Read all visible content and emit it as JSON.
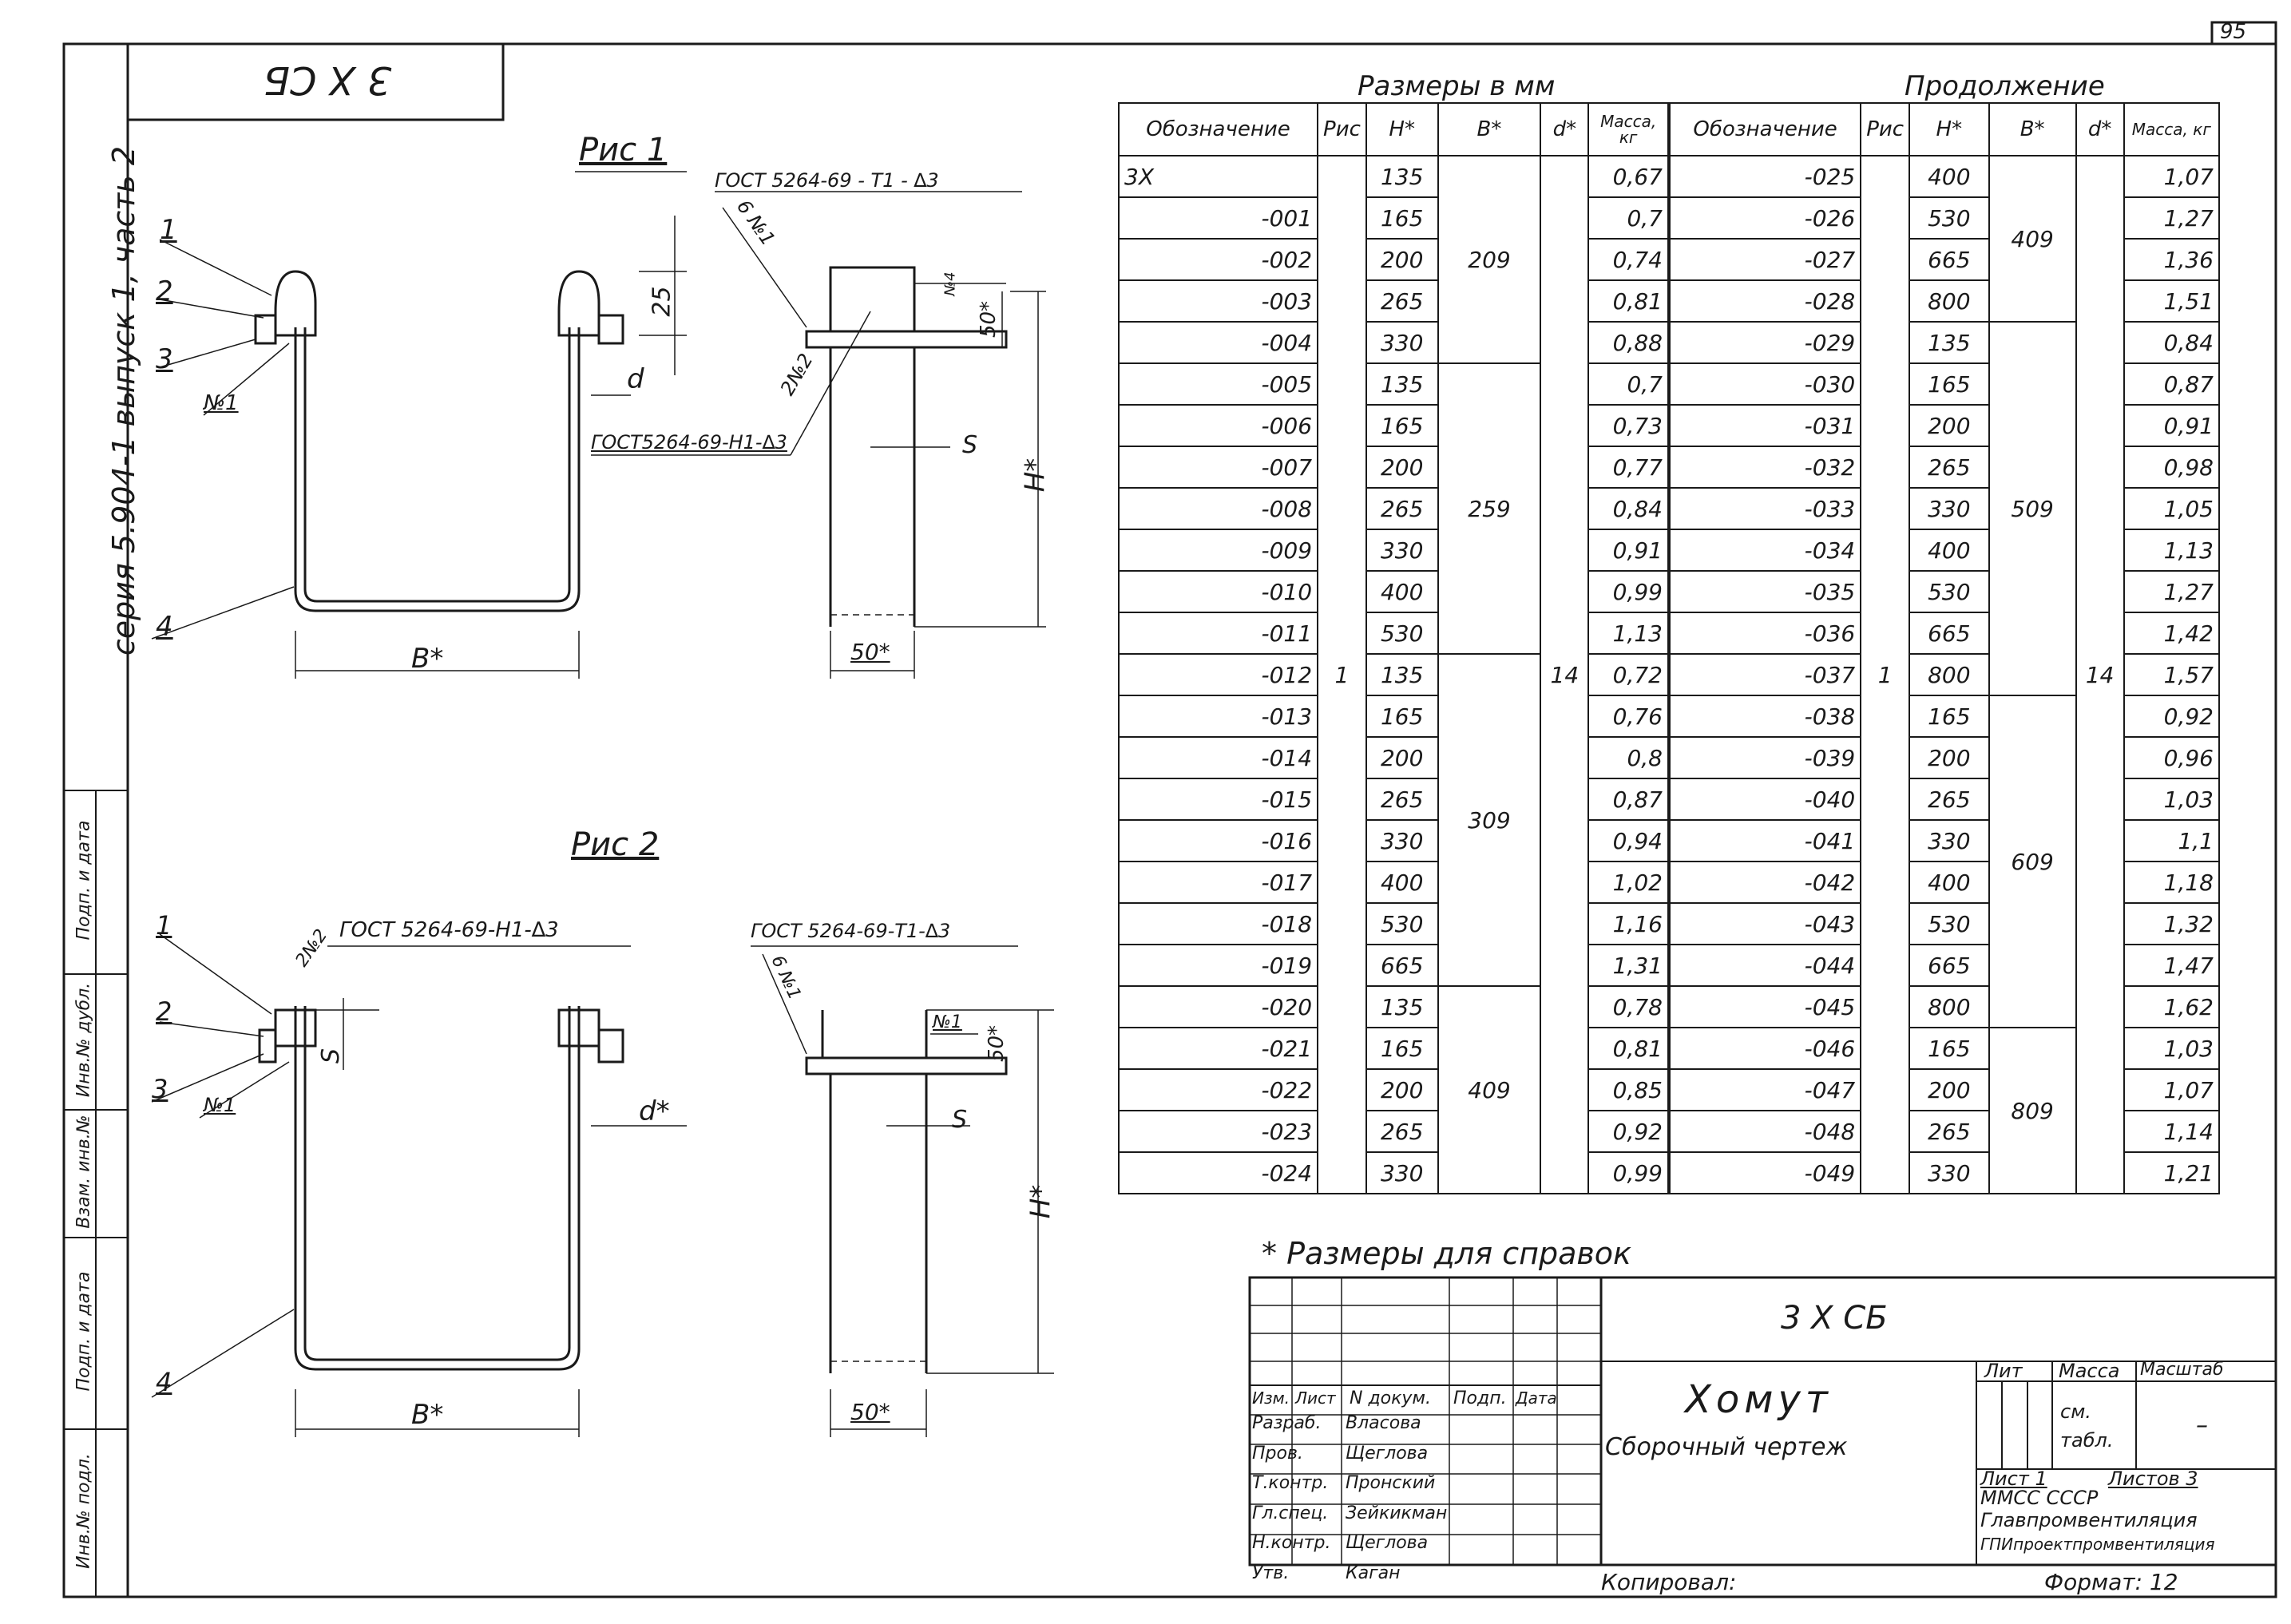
{
  "sheet": {
    "page_number": "95",
    "code_box": "3 X СБ",
    "side_series": "серия 5.904-1 выпуск 1, часть 2",
    "side_fields": [
      "Инв.№ подл.",
      "Подп. и дата",
      "Взам. инв.№",
      "Инв.№ дубл.",
      "Подп. и дата"
    ]
  },
  "drawings": {
    "fig1_title": "Рис 1",
    "fig2_title": "Рис 2",
    "fig1": {
      "gost_top": "ГОСТ 5264-69 - Т1 - ∆3",
      "gost_mid": "ГОСТ5264-69-Н1-∆3",
      "weld1": "6 №1",
      "weld2": "2№2",
      "callouts": [
        "1",
        "2",
        "3",
        "№1",
        "4"
      ],
      "dim_25": "25",
      "dim_d": "d",
      "dim_b": "B*",
      "dim_h": "H*",
      "dim_50_side": "50*",
      "dim_50_bottom": "50*",
      "dim_s": "S",
      "mark_n4": "№4"
    },
    "fig2": {
      "gost_top": "ГОСТ 5264-69-Н1-∆3",
      "gost_side": "ГОСТ 5264-69-Т1-∆3",
      "weld2": "2№2",
      "weld1": "6 №1",
      "mark_n1": "№1",
      "callouts": [
        "1",
        "2",
        "3",
        "№1",
        "4"
      ],
      "dim_s_left": "S",
      "dim_d": "d*",
      "dim_b": "B*",
      "dim_h": "H*",
      "dim_50_side": "50*",
      "dim_50_bottom": "50*",
      "dim_s": "S"
    }
  },
  "table": {
    "caption_left": "Размеры в мм",
    "caption_right": "Продолжение",
    "headers": [
      "Обозначение",
      "Рис",
      "H*",
      "B*",
      "d*",
      "Масса, кг"
    ],
    "left": {
      "rows": [
        {
          "des": "3X",
          "h": "135",
          "m": "0,67"
        },
        {
          "des": "-001",
          "h": "165",
          "m": "0,7"
        },
        {
          "des": "-002",
          "h": "200",
          "m": "0,74"
        },
        {
          "des": "-003",
          "h": "265",
          "m": "0,81"
        },
        {
          "des": "-004",
          "h": "330",
          "m": "0,88"
        },
        {
          "des": "-005",
          "h": "135",
          "m": "0,7"
        },
        {
          "des": "-006",
          "h": "165",
          "m": "0,73"
        },
        {
          "des": "-007",
          "h": "200",
          "m": "0,77"
        },
        {
          "des": "-008",
          "h": "265",
          "m": "0,84"
        },
        {
          "des": "-009",
          "h": "330",
          "m": "0,91"
        },
        {
          "des": "-010",
          "h": "400",
          "m": "0,99"
        },
        {
          "des": "-011",
          "h": "530",
          "m": "1,13"
        },
        {
          "des": "-012",
          "h": "135",
          "m": "0,72"
        },
        {
          "des": "-013",
          "h": "165",
          "m": "0,76"
        },
        {
          "des": "-014",
          "h": "200",
          "m": "0,8"
        },
        {
          "des": "-015",
          "h": "265",
          "m": "0,87"
        },
        {
          "des": "-016",
          "h": "330",
          "m": "0,94"
        },
        {
          "des": "-017",
          "h": "400",
          "m": "1,02"
        },
        {
          "des": "-018",
          "h": "530",
          "m": "1,16"
        },
        {
          "des": "-019",
          "h": "665",
          "m": "1,31"
        },
        {
          "des": "-020",
          "h": "135",
          "m": "0,78"
        },
        {
          "des": "-021",
          "h": "165",
          "m": "0,81"
        },
        {
          "des": "-022",
          "h": "200",
          "m": "0,85"
        },
        {
          "des": "-023",
          "h": "265",
          "m": "0,92"
        },
        {
          "des": "-024",
          "h": "330",
          "m": "0,99"
        }
      ],
      "b_groups": [
        {
          "value": "209",
          "span": 5
        },
        {
          "value": "259",
          "span": 7
        },
        {
          "value": "309",
          "span": 8
        },
        {
          "value": "409",
          "span": 5
        }
      ],
      "fig": "1",
      "d": "14"
    },
    "right": {
      "rows": [
        {
          "des": "-025",
          "h": "400",
          "m": "1,07"
        },
        {
          "des": "-026",
          "h": "530",
          "m": "1,27"
        },
        {
          "des": "-027",
          "h": "665",
          "m": "1,36"
        },
        {
          "des": "-028",
          "h": "800",
          "m": "1,51"
        },
        {
          "des": "-029",
          "h": "135",
          "m": "0,84"
        },
        {
          "des": "-030",
          "h": "165",
          "m": "0,87"
        },
        {
          "des": "-031",
          "h": "200",
          "m": "0,91"
        },
        {
          "des": "-032",
          "h": "265",
          "m": "0,98"
        },
        {
          "des": "-033",
          "h": "330",
          "m": "1,05"
        },
        {
          "des": "-034",
          "h": "400",
          "m": "1,13"
        },
        {
          "des": "-035",
          "h": "530",
          "m": "1,27"
        },
        {
          "des": "-036",
          "h": "665",
          "m": "1,42"
        },
        {
          "des": "-037",
          "h": "800",
          "m": "1,57"
        },
        {
          "des": "-038",
          "h": "165",
          "m": "0,92"
        },
        {
          "des": "-039",
          "h": "200",
          "m": "0,96"
        },
        {
          "des": "-040",
          "h": "265",
          "m": "1,03"
        },
        {
          "des": "-041",
          "h": "330",
          "m": "1,1"
        },
        {
          "des": "-042",
          "h": "400",
          "m": "1,18"
        },
        {
          "des": "-043",
          "h": "530",
          "m": "1,32"
        },
        {
          "des": "-044",
          "h": "665",
          "m": "1,47"
        },
        {
          "des": "-045",
          "h": "800",
          "m": "1,62"
        },
        {
          "des": "-046",
          "h": "165",
          "m": "1,03"
        },
        {
          "des": "-047",
          "h": "200",
          "m": "1,07"
        },
        {
          "des": "-048",
          "h": "265",
          "m": "1,14"
        },
        {
          "des": "-049",
          "h": "330",
          "m": "1,21"
        }
      ],
      "b_groups": [
        {
          "value": "409",
          "span": 4
        },
        {
          "value": "509",
          "span": 9
        },
        {
          "value": "609",
          "span": 8
        },
        {
          "value": "809",
          "span": 4
        }
      ],
      "fig": "1",
      "d": "14"
    },
    "footnote": "* Размеры для справок"
  },
  "title_block": {
    "code": "3 X СБ",
    "name": "Хомут",
    "doc_type": "Сборочный чертеж",
    "header_cols": [
      "Изм.",
      "Лист",
      "N докум.",
      "Подп.",
      "Дата"
    ],
    "roles": [
      {
        "role": "Разраб.",
        "name": "Власова"
      },
      {
        "role": "Пров.",
        "name": "Щеглова"
      },
      {
        "role": "Т.контр.",
        "name": "Пронский"
      },
      {
        "role": "Гл.спец.",
        "name": "Зейкикман"
      },
      {
        "role": "Н.контр.",
        "name": "Щеглова"
      },
      {
        "role": "Утв.",
        "name": "Каган"
      }
    ],
    "lit_label": "Лит",
    "mass_label": "Масса",
    "scale_label": "Масштаб",
    "mass_value": "см. табл.",
    "scale_value": "–",
    "sheet_label": "Лист 1",
    "sheets_label": "Листов 3",
    "org1": "ММСС СССР",
    "org2": "Главпромвентиляция",
    "org3": "ГПИпроектпромвентиляция",
    "copied": "Копировал:",
    "format": "Формат: 12"
  }
}
